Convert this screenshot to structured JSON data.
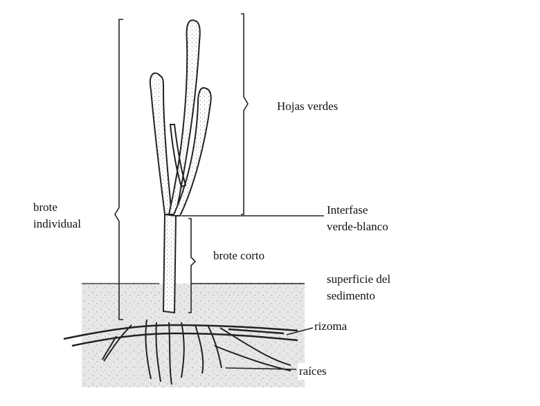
{
  "labels": {
    "hojas_verdes": "Hojas verdes",
    "brote_individual": [
      "brote",
      "individual"
    ],
    "interfase": [
      "Interfase",
      "verde-blanco"
    ],
    "brote_corto": "brote corto",
    "superficie": [
      "superficie del",
      "sedimento"
    ],
    "rizoma": "rizoma",
    "raices": "raíces"
  },
  "colors": {
    "ink": "#111111",
    "sediment": "#d9d9d9",
    "paper": "#ffffff"
  }
}
